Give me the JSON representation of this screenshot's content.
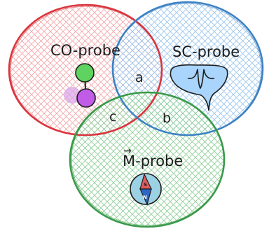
{
  "sets": [
    {
      "id": "co",
      "label": "CO-probe",
      "stroke": "#d9363e",
      "hatch": "#f4a6aa"
    },
    {
      "id": "sc",
      "label": "SC-probe",
      "stroke": "#3d82c4",
      "hatch": "#9cc6ee"
    },
    {
      "id": "m",
      "label": "M-probe",
      "label_vector_arrow": "→",
      "stroke": "#3a9a4a",
      "hatch": "#8fcf98"
    }
  ],
  "regions": {
    "co_sc": "a",
    "sc_m": "b",
    "co_m": "c"
  },
  "icons": {
    "co": "cobalt-molecule-icon",
    "sc": "superconducting-gap-icon",
    "m": "magnet-compass-icon"
  },
  "compass": {
    "north_label": "N",
    "south_label": "S"
  }
}
